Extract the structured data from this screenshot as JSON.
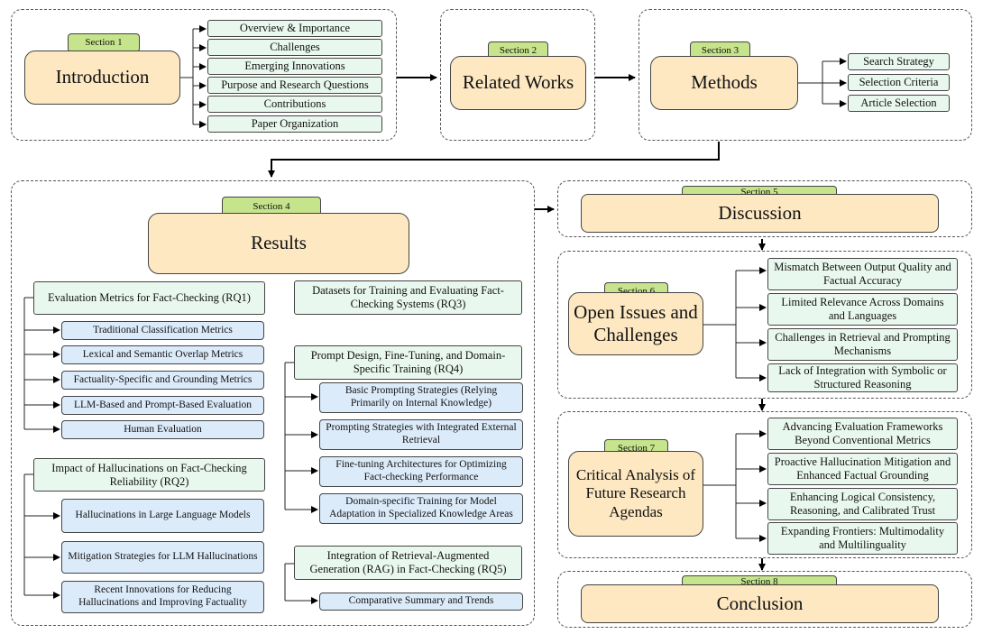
{
  "s1": {
    "tag": "Section 1",
    "title": "Introduction",
    "items": [
      "Overview & Importance",
      "Challenges",
      "Emerging Innovations",
      "Purpose and Research Questions",
      "Contributions",
      "Paper Organization"
    ]
  },
  "s2": {
    "tag": "Section 2",
    "title": "Related Works"
  },
  "s3": {
    "tag": "Section 3",
    "title": "Methods",
    "items": [
      "Search Strategy",
      "Selection Criteria",
      "Article Selection"
    ]
  },
  "s4": {
    "tag": "Section 4",
    "title": "Results",
    "rq1": {
      "title": "Evaluation Metrics for Fact-Checking (RQ1)",
      "items": [
        "Traditional Classification Metrics",
        "Lexical and Semantic Overlap Metrics",
        "Factuality-Specific and Grounding Metrics",
        "LLM-Based and Prompt-Based Evaluation",
        "Human Evaluation"
      ]
    },
    "rq2": {
      "title": "Impact of Hallucinations on Fact-Checking Reliability (RQ2)",
      "items": [
        "Hallucinations in Large Language Models",
        "Mitigation Strategies for LLM Hallucinations",
        "Recent Innovations for Reducing Hallucinations and Improving Factuality"
      ]
    },
    "rq3": {
      "title": "Datasets for Training and Evaluating Fact-Checking Systems (RQ3)"
    },
    "rq4": {
      "title": "Prompt Design, Fine-Tuning, and Domain-Specific Training (RQ4)",
      "items": [
        "Basic Prompting Strategies (Relying Primarily on Internal Knowledge)",
        "Prompting Strategies with Integrated External Retrieval",
        "Fine-tuning Architectures for Optimizing Fact-checking Performance",
        "Domain-specific Training for Model Adaptation in Specialized Knowledge Areas"
      ]
    },
    "rq5": {
      "title": "Integration of Retrieval-Augmented Generation (RAG) in Fact-Checking (RQ5)",
      "items": [
        "Comparative Summary and Trends"
      ]
    }
  },
  "s5": {
    "tag": "Section 5",
    "title": "Discussion"
  },
  "s6": {
    "tag": "Section 6",
    "title": "Open Issues and Challenges",
    "items": [
      "Mismatch Between Output Quality and Factual Accuracy",
      "Limited Relevance Across Domains and Languages",
      "Challenges in Retrieval and Prompting Mechanisms",
      "Lack of Integration with Symbolic or Structured Reasoning"
    ]
  },
  "s7": {
    "tag": "Section 7",
    "title": "Critical Analysis of Future Research Agendas",
    "items": [
      "Advancing Evaluation Frameworks Beyond Conventional Metrics",
      "Proactive Hallucination Mitigation and Enhanced Factual Grounding",
      "Enhancing Logical Consistency, Reasoning, and Calibrated Trust",
      "Expanding Frontiers: Multimodality and Multilinguality"
    ]
  },
  "s8": {
    "tag": "Section 8",
    "title": "Conclusion"
  }
}
